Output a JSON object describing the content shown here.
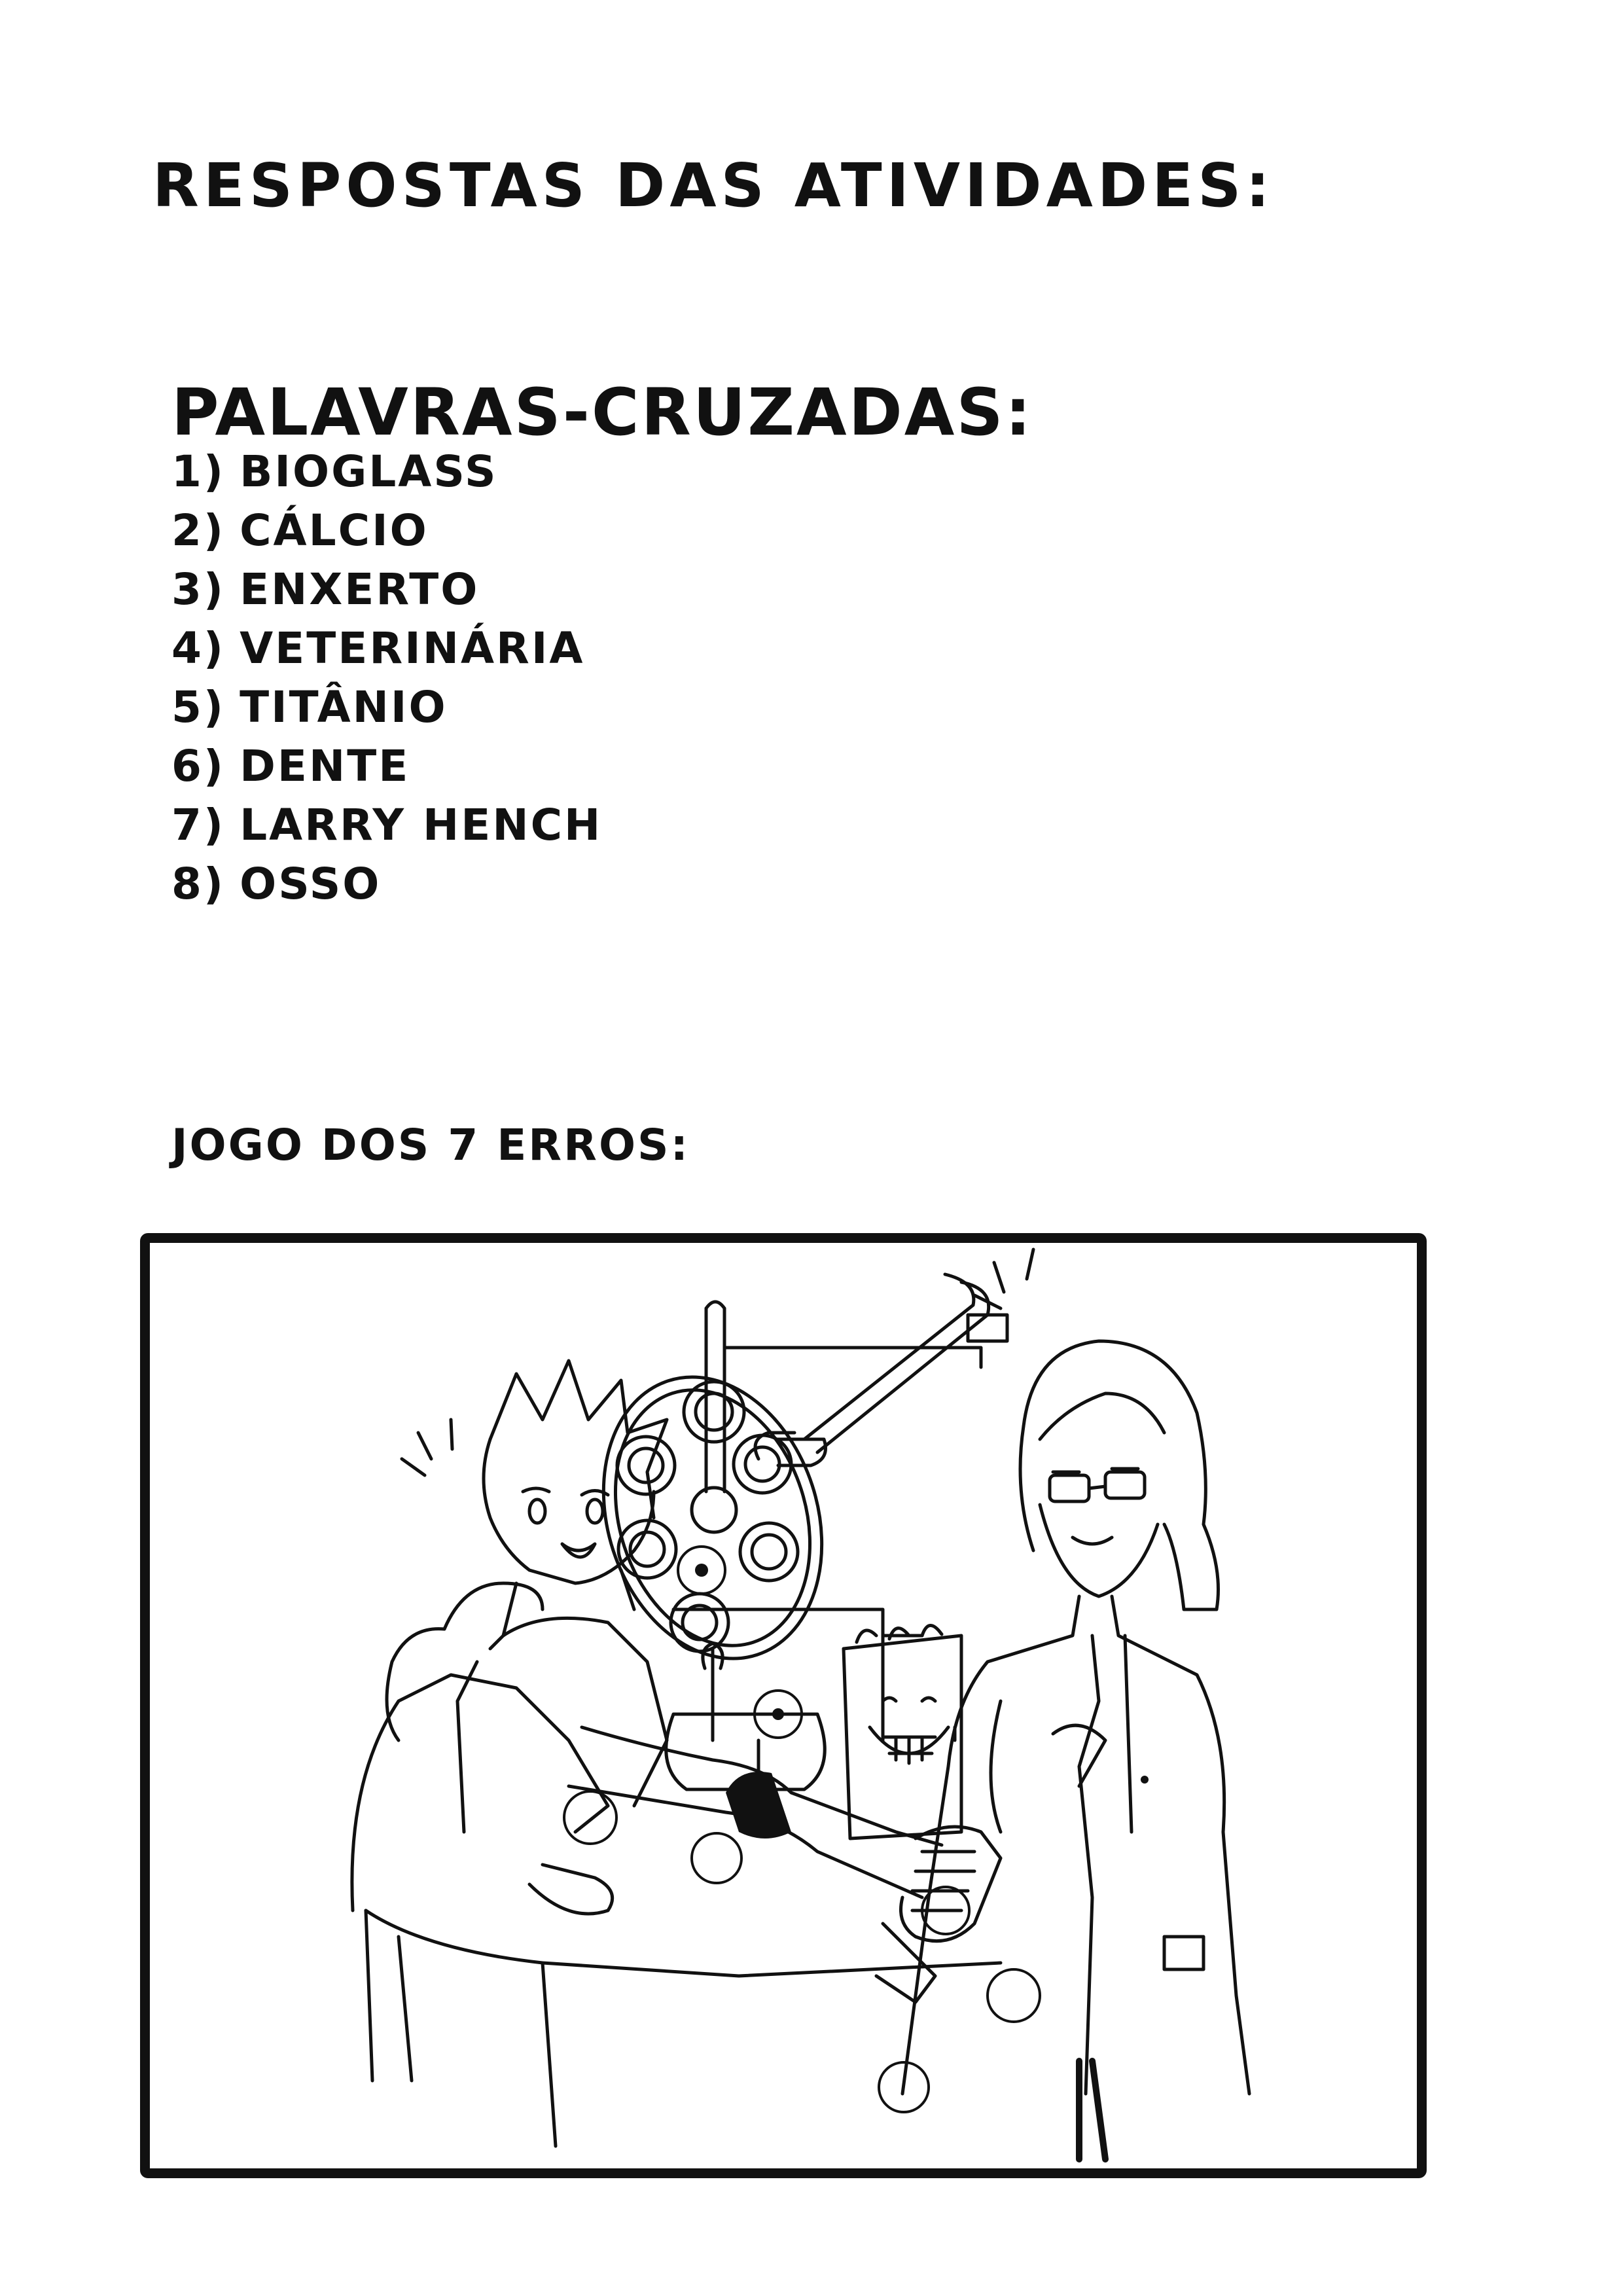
{
  "page": {
    "title": "RESPOSTAS DAS ATIVIDADES:"
  },
  "crossword": {
    "heading": "PALAVRAS-CRUZADAS:",
    "answers": [
      {
        "num": "1)",
        "word": "BIOGLASS"
      },
      {
        "num": "2)",
        "word": "CÁLCIO"
      },
      {
        "num": "3)",
        "word": "ENXERTO"
      },
      {
        "num": "4)",
        "word": "VETERINÁRIA"
      },
      {
        "num": "5)",
        "word": "TITÂNIO"
      },
      {
        "num": "6)",
        "word": "DENTE"
      },
      {
        "num": "7)",
        "word": "LARRY HENCH"
      },
      {
        "num": "8)",
        "word": "OSSO"
      }
    ]
  },
  "game": {
    "heading": "JOGO DOS 7 ERROS:",
    "illustration": "dentist-scene-with-circled-differences",
    "circled_differences": 7
  },
  "colors": {
    "ink": "#111111",
    "paper": "#ffffff"
  }
}
